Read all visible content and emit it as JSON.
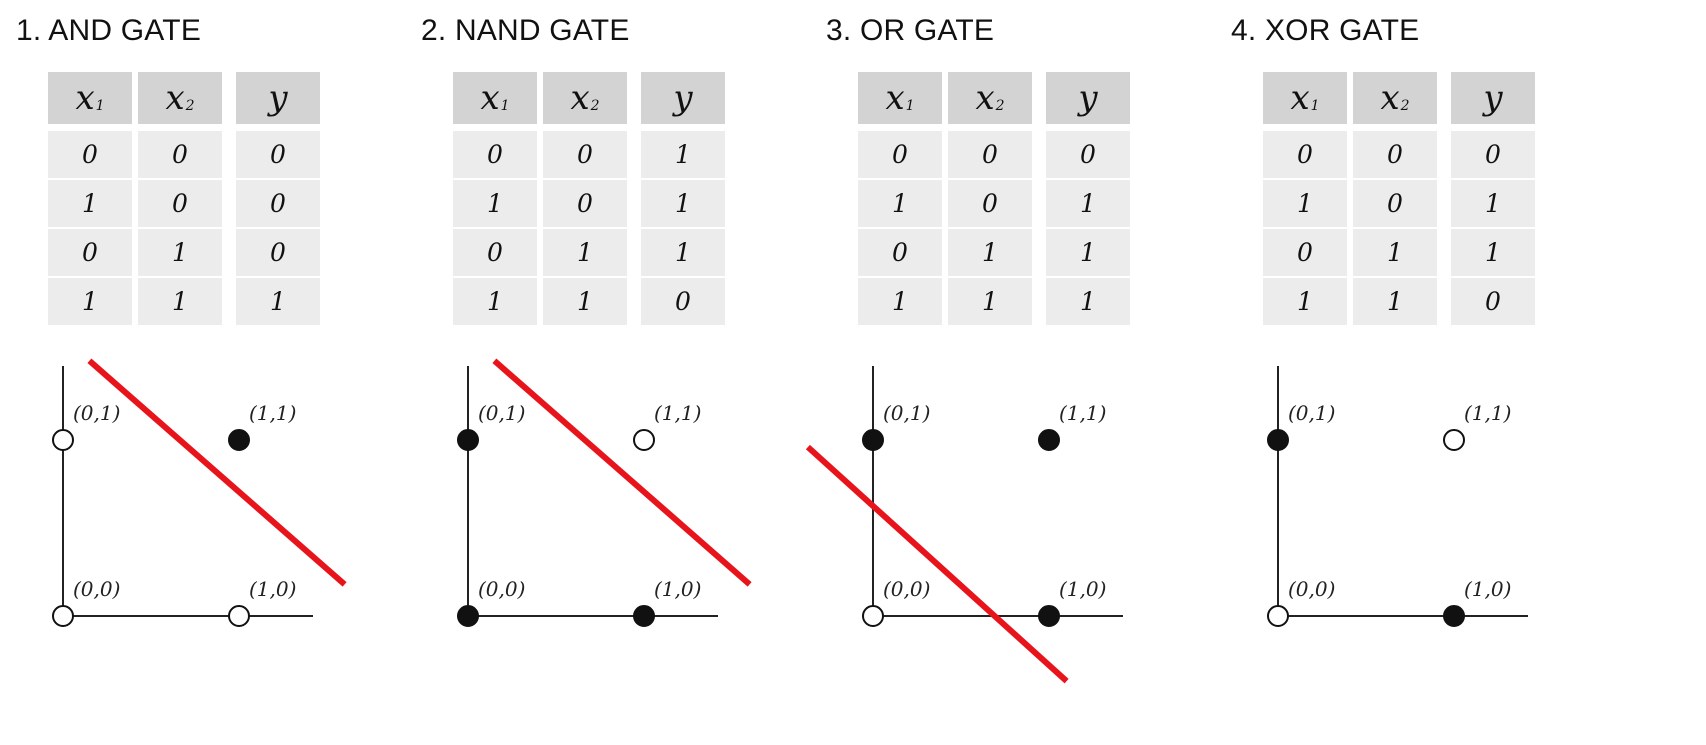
{
  "panels": [
    {
      "title": "1. AND GATE",
      "table": {
        "headers": [
          {
            "var": "x",
            "sub": "1"
          },
          {
            "var": "x",
            "sub": "2"
          },
          {
            "var": "y",
            "sub": ""
          }
        ],
        "rows": [
          [
            "0",
            "0",
            "0"
          ],
          [
            "1",
            "0",
            "0"
          ],
          [
            "0",
            "1",
            "0"
          ],
          [
            "1",
            "1",
            "1"
          ]
        ]
      },
      "points": [
        {
          "label": "(0,0)",
          "x1": 0,
          "x2": 0,
          "y": 0
        },
        {
          "label": "(1,0)",
          "x1": 1,
          "x2": 0,
          "y": 0
        },
        {
          "label": "(0,1)",
          "x1": 0,
          "x2": 1,
          "y": 0
        },
        {
          "label": "(1,1)",
          "x1": 1,
          "x2": 1,
          "y": 1
        }
      ],
      "decision_line": {
        "from": [
          0.15,
          1.45
        ],
        "to": [
          1.6,
          0.18
        ]
      }
    },
    {
      "title": "2. NAND GATE",
      "table": {
        "headers": [
          {
            "var": "x",
            "sub": "1"
          },
          {
            "var": "x",
            "sub": "2"
          },
          {
            "var": "y",
            "sub": ""
          }
        ],
        "rows": [
          [
            "0",
            "0",
            "1"
          ],
          [
            "1",
            "0",
            "1"
          ],
          [
            "0",
            "1",
            "1"
          ],
          [
            "1",
            "1",
            "0"
          ]
        ]
      },
      "points": [
        {
          "label": "(0,0)",
          "x1": 0,
          "x2": 0,
          "y": 1
        },
        {
          "label": "(1,0)",
          "x1": 1,
          "x2": 0,
          "y": 1
        },
        {
          "label": "(0,1)",
          "x1": 0,
          "x2": 1,
          "y": 1
        },
        {
          "label": "(1,1)",
          "x1": 1,
          "x2": 1,
          "y": 0
        }
      ],
      "decision_line": {
        "from": [
          0.15,
          1.45
        ],
        "to": [
          1.6,
          0.18
        ]
      }
    },
    {
      "title": "3. OR GATE",
      "table": {
        "headers": [
          {
            "var": "x",
            "sub": "1"
          },
          {
            "var": "x",
            "sub": "2"
          },
          {
            "var": "y",
            "sub": ""
          }
        ],
        "rows": [
          [
            "0",
            "0",
            "0"
          ],
          [
            "1",
            "0",
            "1"
          ],
          [
            "0",
            "1",
            "1"
          ],
          [
            "1",
            "1",
            "1"
          ]
        ]
      },
      "points": [
        {
          "label": "(0,0)",
          "x1": 0,
          "x2": 0,
          "y": 0
        },
        {
          "label": "(1,0)",
          "x1": 1,
          "x2": 0,
          "y": 1
        },
        {
          "label": "(0,1)",
          "x1": 0,
          "x2": 1,
          "y": 1
        },
        {
          "label": "(1,1)",
          "x1": 1,
          "x2": 1,
          "y": 1
        }
      ],
      "decision_line": {
        "from": [
          -0.37,
          0.96
        ],
        "to": [
          1.1,
          -0.37
        ]
      }
    },
    {
      "title": "4. XOR GATE",
      "table": {
        "headers": [
          {
            "var": "x",
            "sub": "1"
          },
          {
            "var": "x",
            "sub": "2"
          },
          {
            "var": "y",
            "sub": ""
          }
        ],
        "rows": [
          [
            "0",
            "0",
            "0"
          ],
          [
            "1",
            "0",
            "1"
          ],
          [
            "0",
            "1",
            "1"
          ],
          [
            "1",
            "1",
            "0"
          ]
        ]
      },
      "points": [
        {
          "label": "(0,0)",
          "x1": 0,
          "x2": 0,
          "y": 0
        },
        {
          "label": "(1,0)",
          "x1": 1,
          "x2": 0,
          "y": 1
        },
        {
          "label": "(0,1)",
          "x1": 0,
          "x2": 1,
          "y": 1
        },
        {
          "label": "(1,1)",
          "x1": 1,
          "x2": 1,
          "y": 0
        }
      ]
    }
  ],
  "colors": {
    "boundary_line": "#e8141b",
    "point_filled": "#111111",
    "point_empty": "#ffffff",
    "axis": "#222222",
    "header_bg": "#d3d3d3",
    "cell_bg": "#ececec"
  }
}
